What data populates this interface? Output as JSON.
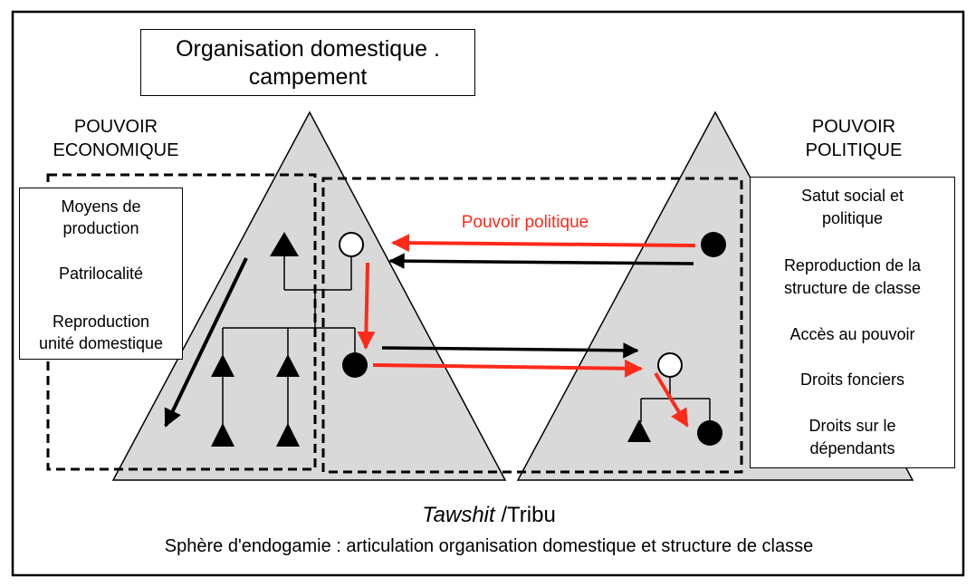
{
  "title_box": {
    "line1": "Organisation domestique .",
    "line2": "campement"
  },
  "left_heading": {
    "line1": "POUVOIR",
    "line2": "ECONOMIQUE"
  },
  "right_heading": {
    "line1": "POUVOIR",
    "line2": "POLITIQUE"
  },
  "left_box": {
    "item1_line1": "Moyens de",
    "item1_line2": "production",
    "item2": "Patrilocalité",
    "item3_line1": "Reproduction",
    "item3_line2": "unité domestique"
  },
  "right_box": {
    "item1_line1": "Satut social et",
    "item1_line2": "politique",
    "item2_line1": "Reproduction de la",
    "item2_line2": "structure de classe",
    "item3": "Accès au pouvoir",
    "item4": "Droits fonciers",
    "item5_line1": "Droits sur le",
    "item5_line2": "dépendants"
  },
  "arrow_label": "Pouvoir politique",
  "footer": {
    "tribe_italic": "Tawshit",
    "tribe_rest": " /Tribu",
    "caption": "Sphère d'endogamie : articulation organisation domestique et structure de classe"
  },
  "colors": {
    "red": "#ff2a1a",
    "grey": "#d9d9d9",
    "black": "#000000"
  }
}
